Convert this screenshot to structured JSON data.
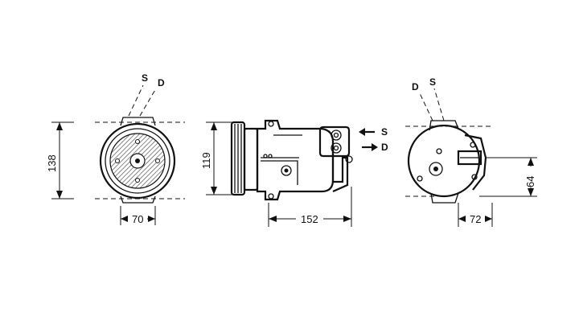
{
  "views": {
    "front": {
      "port_labels": {
        "s": "S",
        "d": "D"
      },
      "height_dim": "138",
      "width_dim": "70"
    },
    "side": {
      "height_dim": "119",
      "length_dim": "152",
      "port_labels": {
        "s": "S",
        "d": "D"
      }
    },
    "rear": {
      "port_labels": {
        "d": "D",
        "s": "S"
      },
      "width_dim": "72",
      "height_dim": "64"
    }
  },
  "colors": {
    "line": "#111111",
    "background": "#ffffff",
    "hatch": "#555555"
  }
}
